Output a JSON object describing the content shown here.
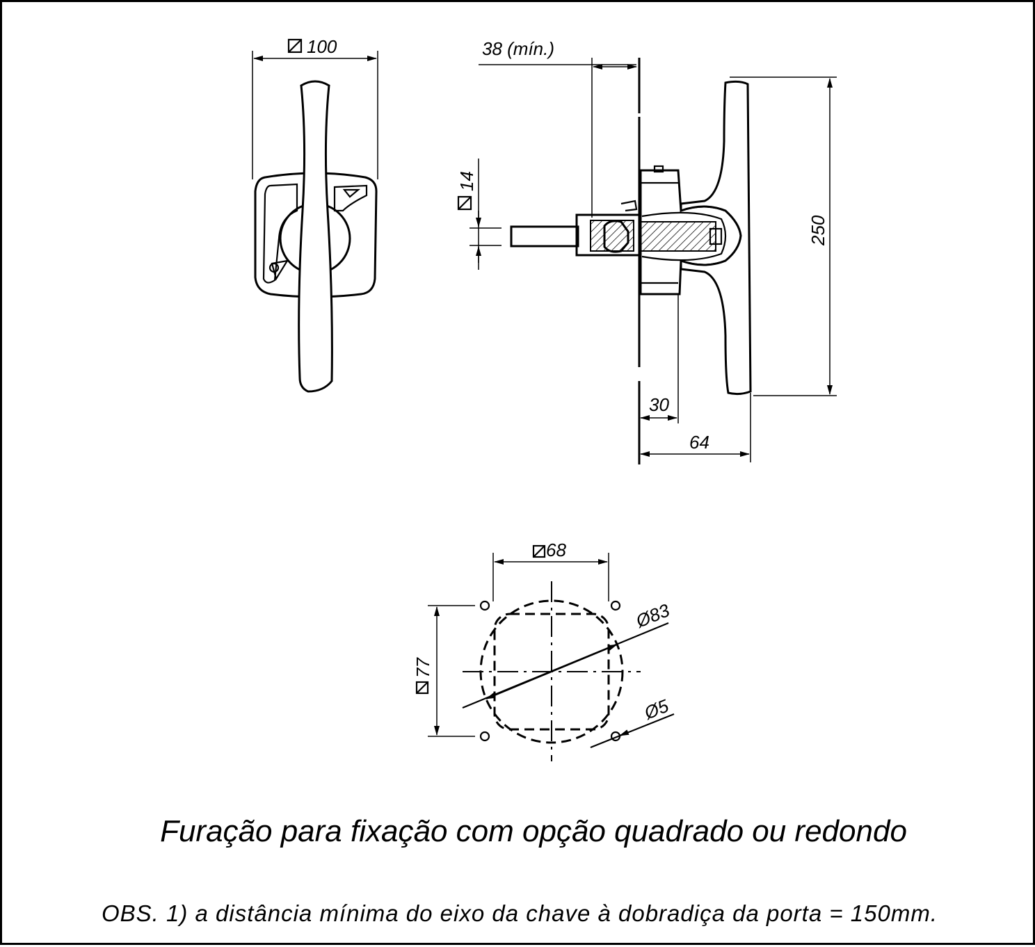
{
  "front_view": {
    "dim_width": "100"
  },
  "side_view": {
    "dim_min_offset": "38 (mín.)",
    "dim_shaft": "14",
    "dim_height": "250",
    "dim_door_to_body": "30",
    "dim_door_to_handle": "64"
  },
  "drilling_view": {
    "dim_square_holes": "68",
    "dim_square_vertical": "77",
    "dim_circle": "Ø83",
    "dim_hole": "Ø5"
  },
  "caption": {
    "title": "Furação para fixação com opção quadrado ou redondo",
    "note": "OBS. 1) a distância mínima do eixo da chave à dobradiça da porta = 150mm."
  }
}
